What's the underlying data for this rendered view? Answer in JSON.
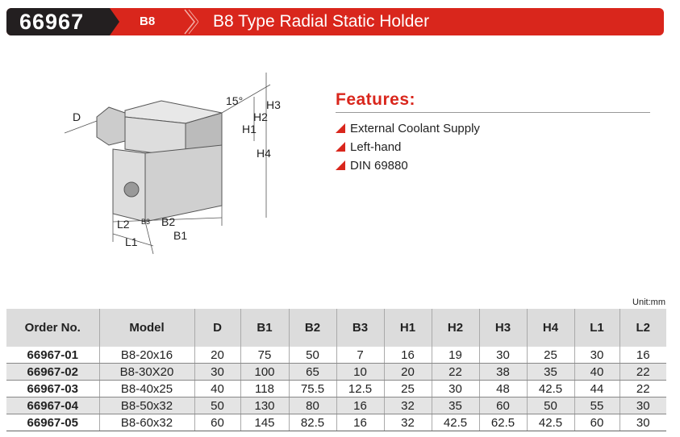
{
  "header": {
    "code": "66967",
    "series": "B8",
    "title": "B8 Type Radial Static Holder"
  },
  "drawing": {
    "labels": {
      "D": "D",
      "angle": "15°",
      "H1": "H1",
      "H2": "H2",
      "H3": "H3",
      "H4": "H4",
      "L1": "L1",
      "L2": "L2",
      "B1": "B1",
      "B2": "B2",
      "B3": "B3"
    }
  },
  "features": {
    "heading": "Features:",
    "items": [
      "External Coolant Supply",
      "Left-hand",
      "DIN 69880"
    ]
  },
  "table": {
    "unit": "Unit:mm",
    "columns": [
      "Order No.",
      "Model",
      "D",
      "B1",
      "B2",
      "B3",
      "H1",
      "H2",
      "H3",
      "H4",
      "L1",
      "L2"
    ],
    "rows": [
      [
        "66967-01",
        "B8-20x16",
        "20",
        "75",
        "50",
        "7",
        "16",
        "19",
        "30",
        "25",
        "30",
        "16"
      ],
      [
        "66967-02",
        "B8-30X20",
        "30",
        "100",
        "65",
        "10",
        "20",
        "22",
        "38",
        "35",
        "40",
        "22"
      ],
      [
        "66967-03",
        "B8-40x25",
        "40",
        "118",
        "75.5",
        "12.5",
        "25",
        "30",
        "48",
        "42.5",
        "44",
        "22"
      ],
      [
        "66967-04",
        "B8-50x32",
        "50",
        "130",
        "80",
        "16",
        "32",
        "35",
        "60",
        "50",
        "55",
        "30"
      ],
      [
        "66967-05",
        "B8-60x32",
        "60",
        "145",
        "82.5",
        "16",
        "32",
        "42.5",
        "62.5",
        "42.5",
        "60",
        "30"
      ]
    ]
  }
}
